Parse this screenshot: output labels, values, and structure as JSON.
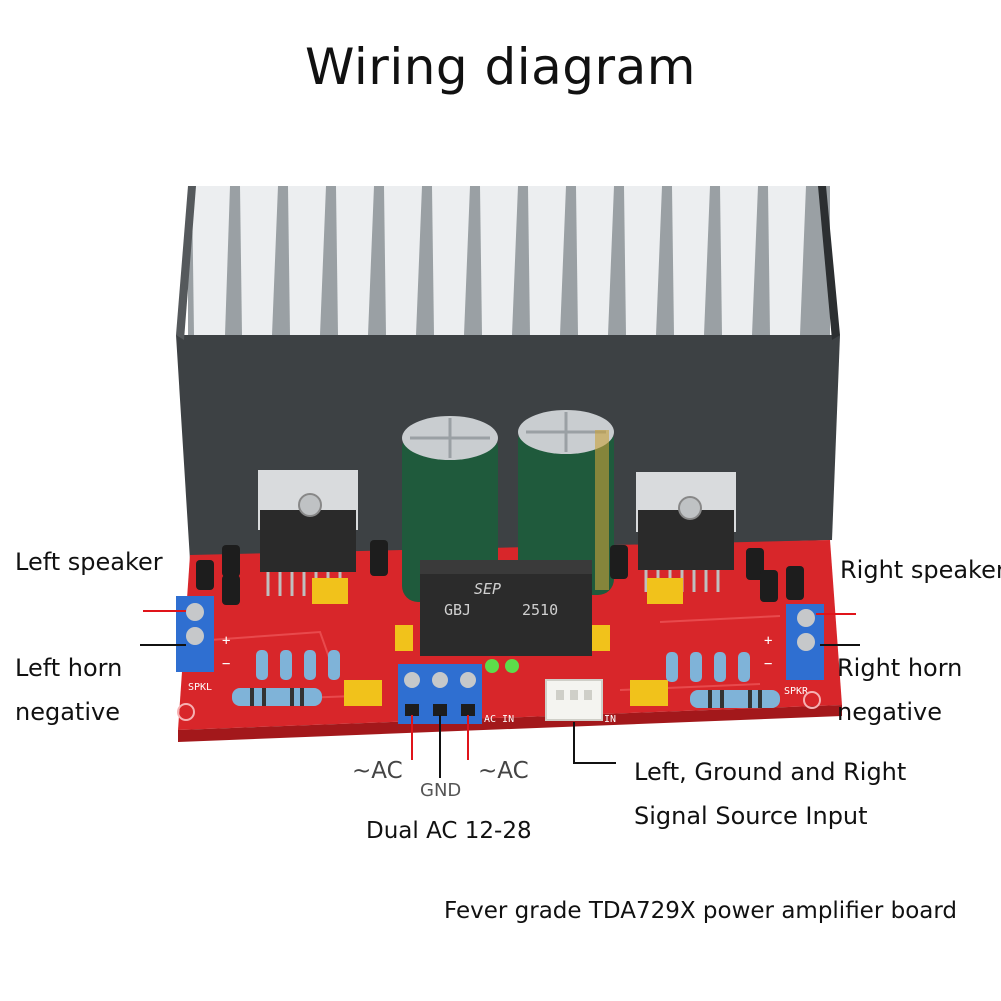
{
  "title": "Wiring diagram",
  "labels": {
    "left_speaker": "Left speaker",
    "left_horn_negative_line1": "Left horn",
    "left_horn_negative_line2": "negative",
    "right_speaker": "Right speaker",
    "right_horn_negative_line1": "Right horn",
    "right_horn_negative_line2": "negative",
    "ac_left": "~AC",
    "gnd": "GND",
    "ac_right": "~AC",
    "dual_ac": "Dual AC 12-28",
    "signal_input_line1": "Left, Ground and Right",
    "signal_input_line2": "Signal Source Input",
    "caption": "Fever grade TDA729X power amplifier board"
  },
  "pcb_markings": {
    "bridge_brand": "SEP",
    "bridge_model": "GBJ",
    "bridge_part": "2510",
    "spkl": "SPKL",
    "spkr": "SPKR",
    "ac_in": "AC IN",
    "in": "IN",
    "plus": "+",
    "minus": "−"
  },
  "colors": {
    "heatsink": "#3d4144",
    "heatsink_fin": "#e4e6e8",
    "pcb": "#d8262a",
    "terminal": "#2f6fd1",
    "capacitor": "#1f5a3c",
    "wire_red": "#e0141a",
    "wire_black": "#111111"
  }
}
